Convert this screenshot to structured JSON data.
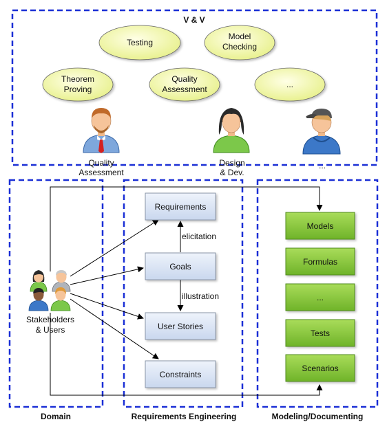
{
  "vv": {
    "title": "V & V",
    "bubbles": [
      {
        "line1": "Testing",
        "line2": ""
      },
      {
        "line1": "Model",
        "line2": "Checking"
      },
      {
        "line1": "Theorem",
        "line2": "Proving"
      },
      {
        "line1": "Quality",
        "line2": "Assessment"
      },
      {
        "line1": "...",
        "line2": ""
      }
    ],
    "actors": [
      {
        "line1": "Quality",
        "line2": "Assessment"
      },
      {
        "line1": "Design",
        "line2": "& Dev."
      },
      {
        "line1": "...",
        "line2": ""
      }
    ]
  },
  "domain": {
    "title": "Domain",
    "stakeholders_line1": "Stakeholders",
    "stakeholders_line2": "& Users"
  },
  "re": {
    "title": "Requirements Engineering",
    "boxes": [
      "Requirements",
      "Goals",
      "User Stories",
      "Constraints"
    ],
    "elicitation": "elicitation",
    "illustration": "illustration"
  },
  "md": {
    "title": "Modeling/Documenting",
    "boxes": [
      "Models",
      "Formulas",
      "...",
      "Tests",
      "Scenarios"
    ]
  },
  "colors": {
    "dash_border": "#1a2fd6",
    "bubble_fill": "#f3f9a6",
    "blue_box": "#d7e3f4",
    "green_box": "#8cc63f"
  }
}
